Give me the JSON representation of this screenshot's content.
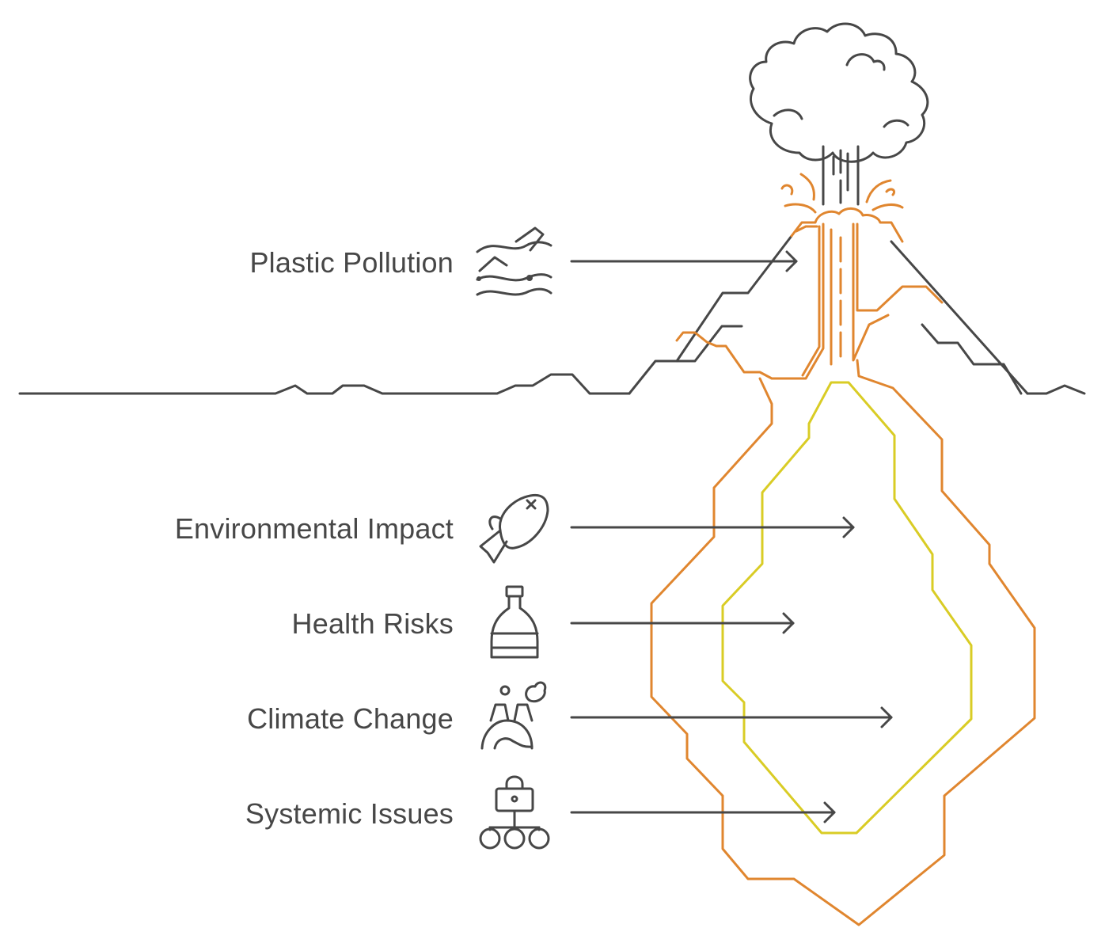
{
  "surface_cause": {
    "label": "Plastic Pollution",
    "icon": "plastic-bottle-in-water-icon"
  },
  "underlying_causes": [
    {
      "label": "Environmental Impact",
      "icon": "dead-fish-icon"
    },
    {
      "label": "Health Risks",
      "icon": "bottle-icon"
    },
    {
      "label": "Climate Change",
      "icon": "factory-smoke-globe-icon"
    },
    {
      "label": "Systemic Issues",
      "icon": "lock-hierarchy-icon"
    }
  ],
  "colors": {
    "outline": "#474747",
    "magma_outer": "#E0862F",
    "magma_inner": "#D9CC25"
  }
}
